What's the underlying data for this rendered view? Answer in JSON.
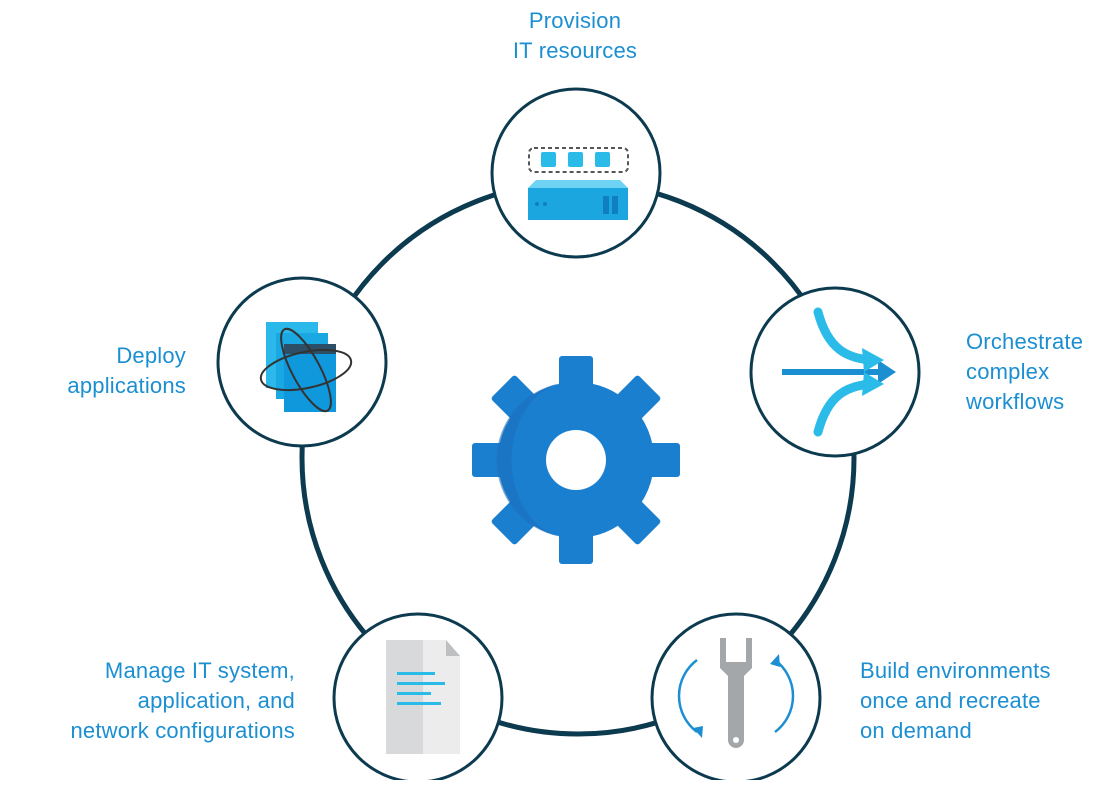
{
  "diagram": {
    "colors": {
      "ring": "#0c3a4f",
      "gear": "#1b7fcf",
      "gear_shade": "#1a6fbd",
      "label": "#1b8fd2",
      "accent": "#28b9e8"
    },
    "center": {
      "icon": "gear-icon"
    },
    "nodes": [
      {
        "id": "provision",
        "icon": "server-icon",
        "lines": [
          "Provision",
          "IT resources"
        ]
      },
      {
        "id": "orchestrate",
        "icon": "workflow-arrows-icon",
        "lines": [
          "Orchestrate",
          "complex",
          "workflows"
        ]
      },
      {
        "id": "build",
        "icon": "wrench-cycle-icon",
        "lines": [
          "Build environments",
          "once and recreate",
          "on demand"
        ]
      },
      {
        "id": "manage",
        "icon": "document-icon",
        "lines": [
          "Manage IT system,",
          "application, and",
          "network configurations"
        ]
      },
      {
        "id": "deploy",
        "icon": "app-windows-icon",
        "lines": [
          "Deploy",
          "applications"
        ]
      }
    ]
  }
}
